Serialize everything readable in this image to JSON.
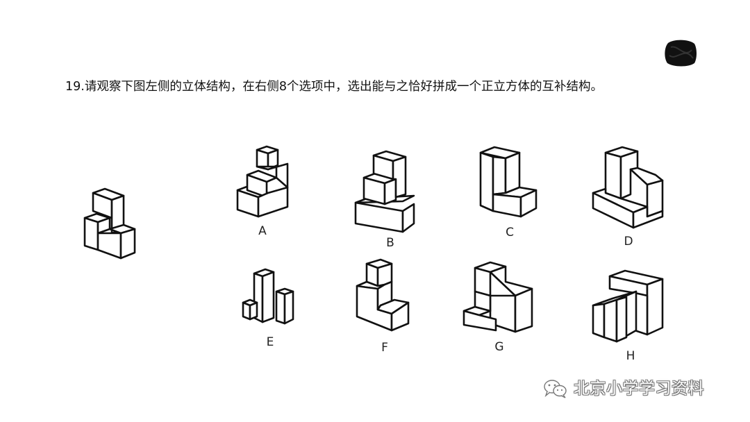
{
  "question": {
    "text": "19.请观察下图左侧的立体结构，在右侧8个选项中，选出能与之恰好拼成一个正立方体的互补结构。"
  },
  "options": [
    {
      "key": "A",
      "label": "A"
    },
    {
      "key": "B",
      "label": "B"
    },
    {
      "key": "C",
      "label": "C"
    },
    {
      "key": "D",
      "label": "D"
    },
    {
      "key": "E",
      "label": "E"
    },
    {
      "key": "F",
      "label": "F"
    },
    {
      "key": "G",
      "label": "G"
    },
    {
      "key": "H",
      "label": "H"
    }
  ],
  "watermark": {
    "text": "北京小学学习资料",
    "icon": "wechat-icon"
  },
  "colors": {
    "line": "#111111",
    "background": "#ffffff",
    "watermark_outline": "#777777"
  }
}
